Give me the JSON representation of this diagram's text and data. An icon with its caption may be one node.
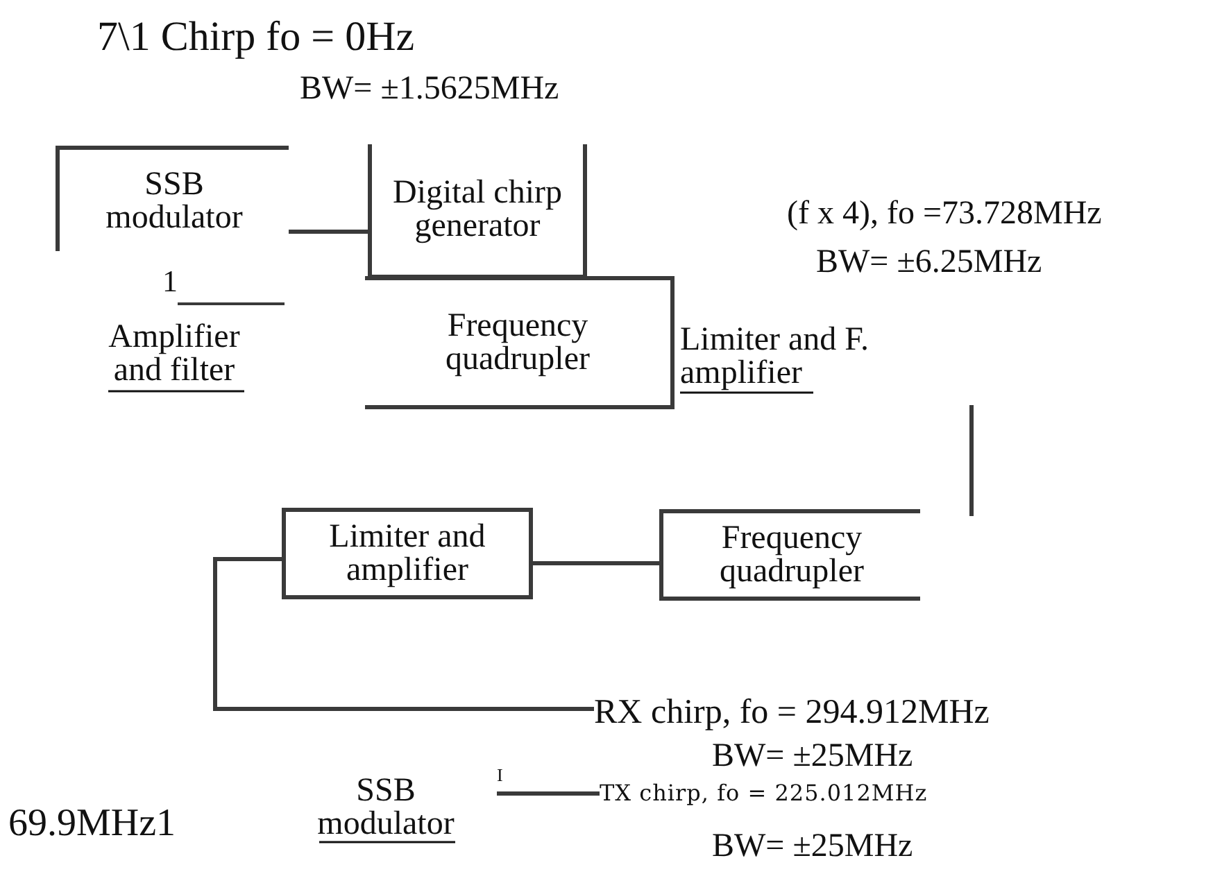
{
  "diagram": {
    "nodes": [
      {
        "text": [
          "SSB modulator"
        ],
        "beside": [
          "1"
        ]
      },
      {
        "text": [
          "Digital chirp generator"
        ]
      },
      {
        "text": [
          "Amplifier and filter"
        ]
      },
      {
        "text": [
          "Frequency quadrupler"
        ]
      },
      {
        "text": [
          "Limiter and F. amplifier"
        ]
      },
      {
        "text": [
          "Limiter and amplifier"
        ]
      },
      {
        "text": [
          "Frequency quadrupler"
        ]
      },
      {
        "text": [
          "SSB modulator"
        ]
      },
      {
        "text": [
          "RX chirp, fo = 294.912MHz"
        ]
      },
      {
        "text": [
          "TX chirp, fo = 225.012MHz"
        ]
      }
    ],
    "edges": [
      {
        "from": 0,
        "to": 1,
        "arrow": "none"
      },
      {
        "from": 5,
        "to": 6,
        "arrow": "none"
      },
      {
        "from": 5,
        "to": 8,
        "arrow": "none"
      },
      {
        "from": 7,
        "to": 9,
        "arrow": "none"
      }
    ],
    "labels": [
      "7\\1 Chirp fo = 0Hz",
      "BW= ±1.5625MHz",
      "(f x 4), fo =73.728MHz",
      "BW= ±6.25MHz",
      "BW= ±25MHz",
      "69.9MHz1",
      "I",
      "BW= ±25MHz"
    ]
  }
}
